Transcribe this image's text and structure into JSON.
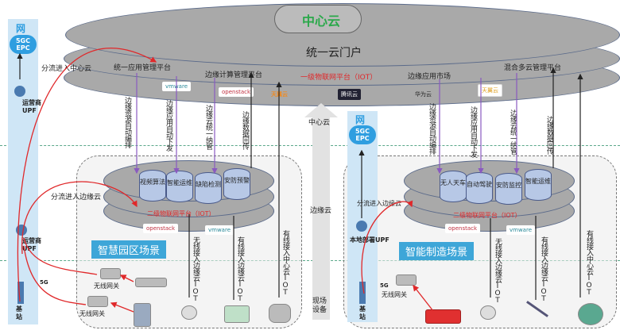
{
  "center_cloud": {
    "title": "中心云",
    "portal": "统一云门户",
    "platforms": [
      "统一应用管理平台",
      "边缘计算管理平台",
      "一级物联网平台（IOT）",
      "边缘应用市场",
      "混合多云管理平台"
    ],
    "logos": [
      "vmware",
      "openstack",
      "天翼云",
      "腾讯云",
      "华为云",
      "天翼云"
    ]
  },
  "management_flows": {
    "left": [
      "边缘资源自动编排",
      "边缘应用自动下发",
      "边缘云统一纳管",
      "边缘数据回传"
    ],
    "right": [
      "边缘资源自动编排",
      "边缘应用自动下发",
      "边缘云统一纳管",
      "边缘数据回传"
    ]
  },
  "tiers": {
    "center": "中心云",
    "edge": "边缘云",
    "field": "现场设备"
  },
  "network": {
    "net_label": "网",
    "core": "5GC EPC",
    "carrier_upf": "运营商UPF",
    "local_upf": "本地部署UPF",
    "base_station": "基站",
    "g5": "5G"
  },
  "flows": {
    "to_center": "分流进入中心云",
    "to_edge": "分流进入边缘云",
    "wireless_edge": "无线接入边缘云IOT",
    "wired_edge": "有线接入边缘云IOT",
    "wired_center": "有线接入中心云IOT"
  },
  "left_scene": {
    "title": "智慧园区场景",
    "iot": "二级物联网平台（IOT）",
    "apps": [
      "视频算法",
      "智能运维",
      "缺陷检测",
      "安防预警"
    ],
    "gateway": "无线网关",
    "logos": [
      "openstack",
      "vmware"
    ]
  },
  "right_scene": {
    "title": "智能制造场景",
    "iot": "二级物联网平台（IOT）",
    "apps": [
      "无人天车",
      "自动驾驶",
      "安防监控",
      "智能运维"
    ],
    "gateway": "无线网关",
    "logos": [
      "openstack",
      "vmware"
    ]
  },
  "colors": {
    "accent_red": "#e0282a",
    "cloud_green": "#2aa84a",
    "scene_blue": "#3ea6d8"
  }
}
